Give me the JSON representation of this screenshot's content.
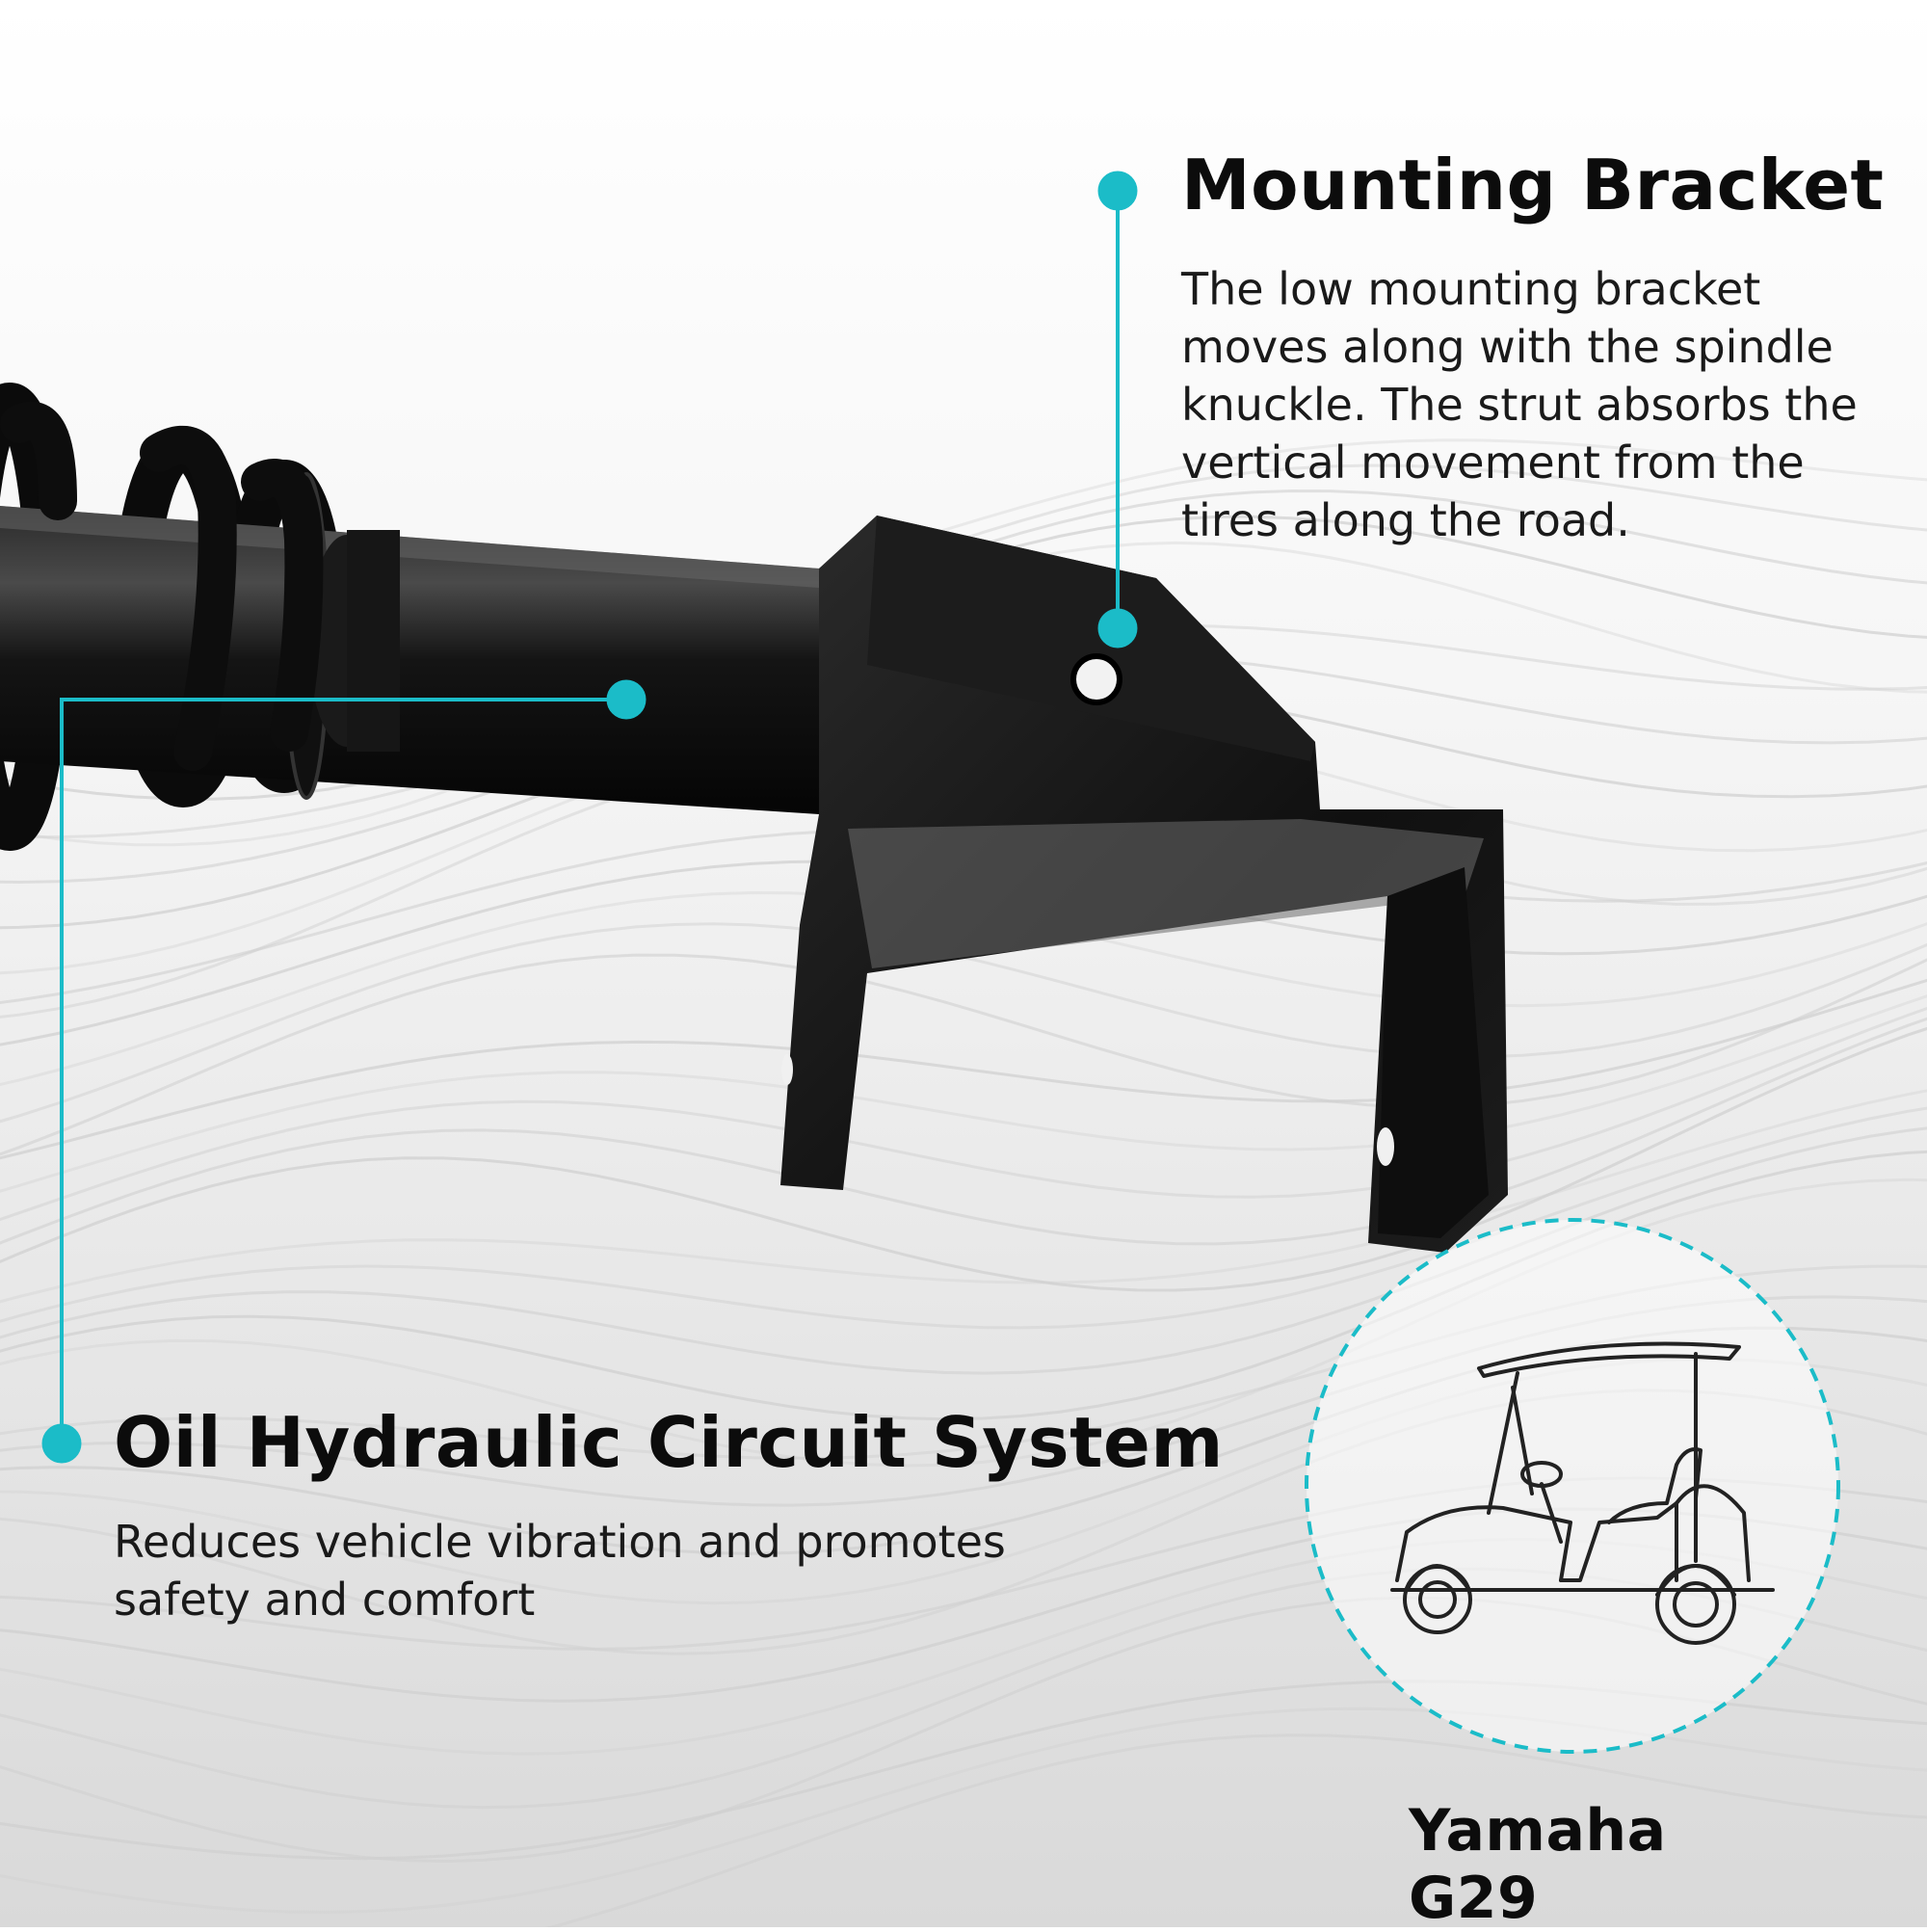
{
  "features": {
    "mounting_bracket": {
      "title": "Mounting Bracket",
      "description": "The low mounting bracket moves along with the spindle knuckle. The strut absorbs the vertical movement from the tires along the road."
    },
    "oil_hydraulic": {
      "title": "Oil Hydraulic Circuit System",
      "description": "Reduces vehicle vibration and promotes safety and comfort"
    }
  },
  "model": {
    "label": "Yamaha G29"
  },
  "colors": {
    "accent": "#1bbcc8",
    "part": "#111111",
    "background_waves": "#cfcfcf"
  },
  "icons": {
    "vehicle": "golf-cart-icon"
  }
}
